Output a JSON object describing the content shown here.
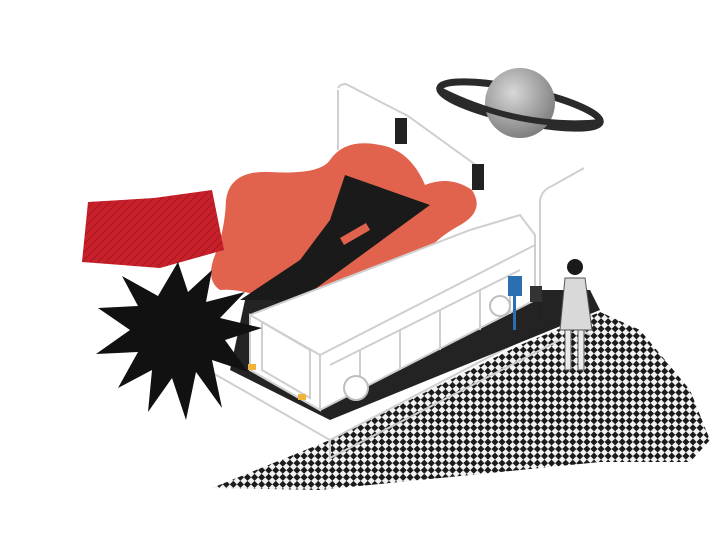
{
  "scene": {
    "description_elements": [
      "saturn",
      "traffic-light-pole",
      "red-splash",
      "road",
      "bus",
      "red-crumpled-paper",
      "black-starburst",
      "checkered-ground",
      "bus-stop-sign",
      "woman-figure",
      "street-lamp"
    ]
  },
  "colors": {
    "background": "#ffffff",
    "outline": "#cfcfcf",
    "splash": "#e2634d",
    "road": "#1a1a1a",
    "paper_red": "#c8202a",
    "starburst": "#111111",
    "checker_dark": "#1b1b1b",
    "checker_light": "#f2f2f2",
    "sign_blue": "#2b6fb3",
    "saturn_body": "#9a9a9a",
    "saturn_ring": "#2a2a2a"
  }
}
